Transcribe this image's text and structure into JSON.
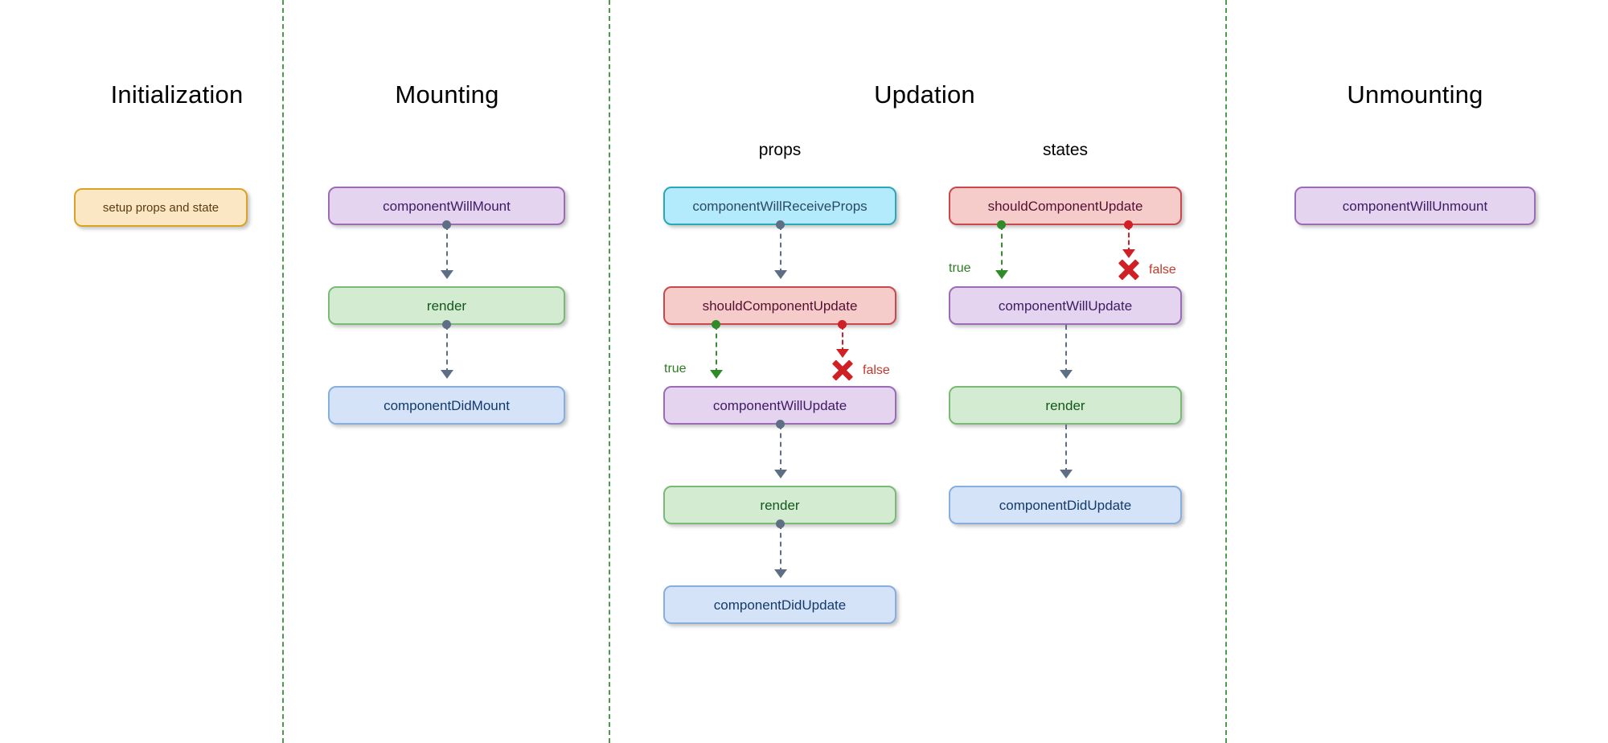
{
  "diagram": {
    "title_font_color": "#000000",
    "divider_color": "#4e9a4e",
    "sections": [
      {
        "key": "initialization",
        "label": "Initialization"
      },
      {
        "key": "mounting",
        "label": "Mounting"
      },
      {
        "key": "updation",
        "label": "Updation"
      },
      {
        "key": "unmounting",
        "label": "Unmounting"
      }
    ],
    "subsections": [
      {
        "key": "props",
        "label": "props"
      },
      {
        "key": "states",
        "label": "states"
      }
    ],
    "branches": {
      "true_label": "true",
      "false_label": "false",
      "true_color": "#2e7d25",
      "false_color": "#c0392b"
    },
    "nodes": {
      "initialization": [
        {
          "label": "setup props and state",
          "color": "orange"
        }
      ],
      "mounting": [
        {
          "label": "componentWillMount",
          "color": "purple"
        },
        {
          "label": "render",
          "color": "green"
        },
        {
          "label": "componentDidMount",
          "color": "blue"
        }
      ],
      "updation_props": [
        {
          "label": "componentWillReceiveProps",
          "color": "cyan"
        },
        {
          "label": "shouldComponentUpdate",
          "color": "red"
        },
        {
          "label": "componentWillUpdate",
          "color": "purple"
        },
        {
          "label": "render",
          "color": "green"
        },
        {
          "label": "componentDidUpdate",
          "color": "blue"
        }
      ],
      "updation_states": [
        {
          "label": "shouldComponentUpdate",
          "color": "red"
        },
        {
          "label": "componentWillUpdate",
          "color": "purple"
        },
        {
          "label": "render",
          "color": "green"
        },
        {
          "label": "componentDidUpdate",
          "color": "blue"
        }
      ],
      "unmounting": [
        {
          "label": "componentWillUnmount",
          "color": "purple"
        }
      ]
    },
    "palette": {
      "orange_bg": "#fce7c4",
      "orange_border": "#d9a424",
      "purple_bg": "#e5d4ef",
      "purple_border": "#9b6cb5",
      "green_bg": "#d3ecd1",
      "green_border": "#79ba74",
      "blue_bg": "#d4e3f8",
      "blue_border": "#87aede",
      "cyan_bg": "#b3eafc",
      "cyan_border": "#29a8b5",
      "red_bg": "#f6ccca",
      "red_border": "#c9484b"
    }
  }
}
